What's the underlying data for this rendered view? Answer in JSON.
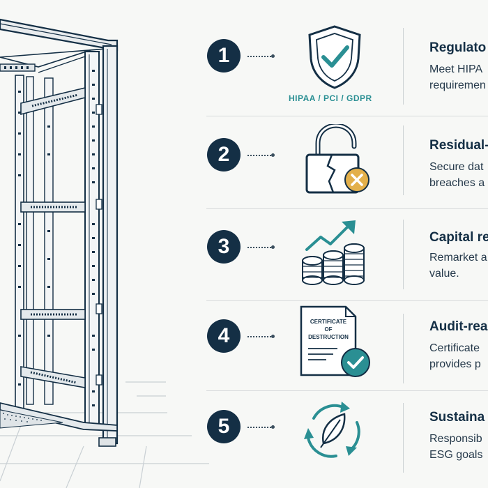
{
  "steps": [
    {
      "number": "1",
      "title": "Regulato",
      "desc_line1": "Meet HIPA",
      "desc_line2": "requiremen",
      "icon": "shield-check-icon",
      "icon_label": "HIPAA / PCI / GDPR"
    },
    {
      "number": "2",
      "title": "Residual-",
      "desc_line1": "Secure dat",
      "desc_line2": "breaches a",
      "icon": "broken-padlock-icon"
    },
    {
      "number": "3",
      "title": "Capital re",
      "desc_line1": "Remarket a",
      "desc_line2": "value.",
      "icon": "rising-coins-icon"
    },
    {
      "number": "4",
      "title": "Audit-rea",
      "desc_line1": "Certificate",
      "desc_line2": "provides p",
      "icon": "certificate-icon",
      "certificate_line1": "CERTIFICATE",
      "certificate_line2": "OF",
      "certificate_line3": "DESTRUCTION"
    },
    {
      "number": "5",
      "title": "Sustaina",
      "desc_line1": "Responsib",
      "desc_line2": "ESG goals",
      "icon": "recycle-leaf-icon"
    }
  ],
  "colors": {
    "navy": "#142f45",
    "teal": "#2a8f93",
    "gold": "#e3b04b",
    "background": "#f7f8f6"
  }
}
